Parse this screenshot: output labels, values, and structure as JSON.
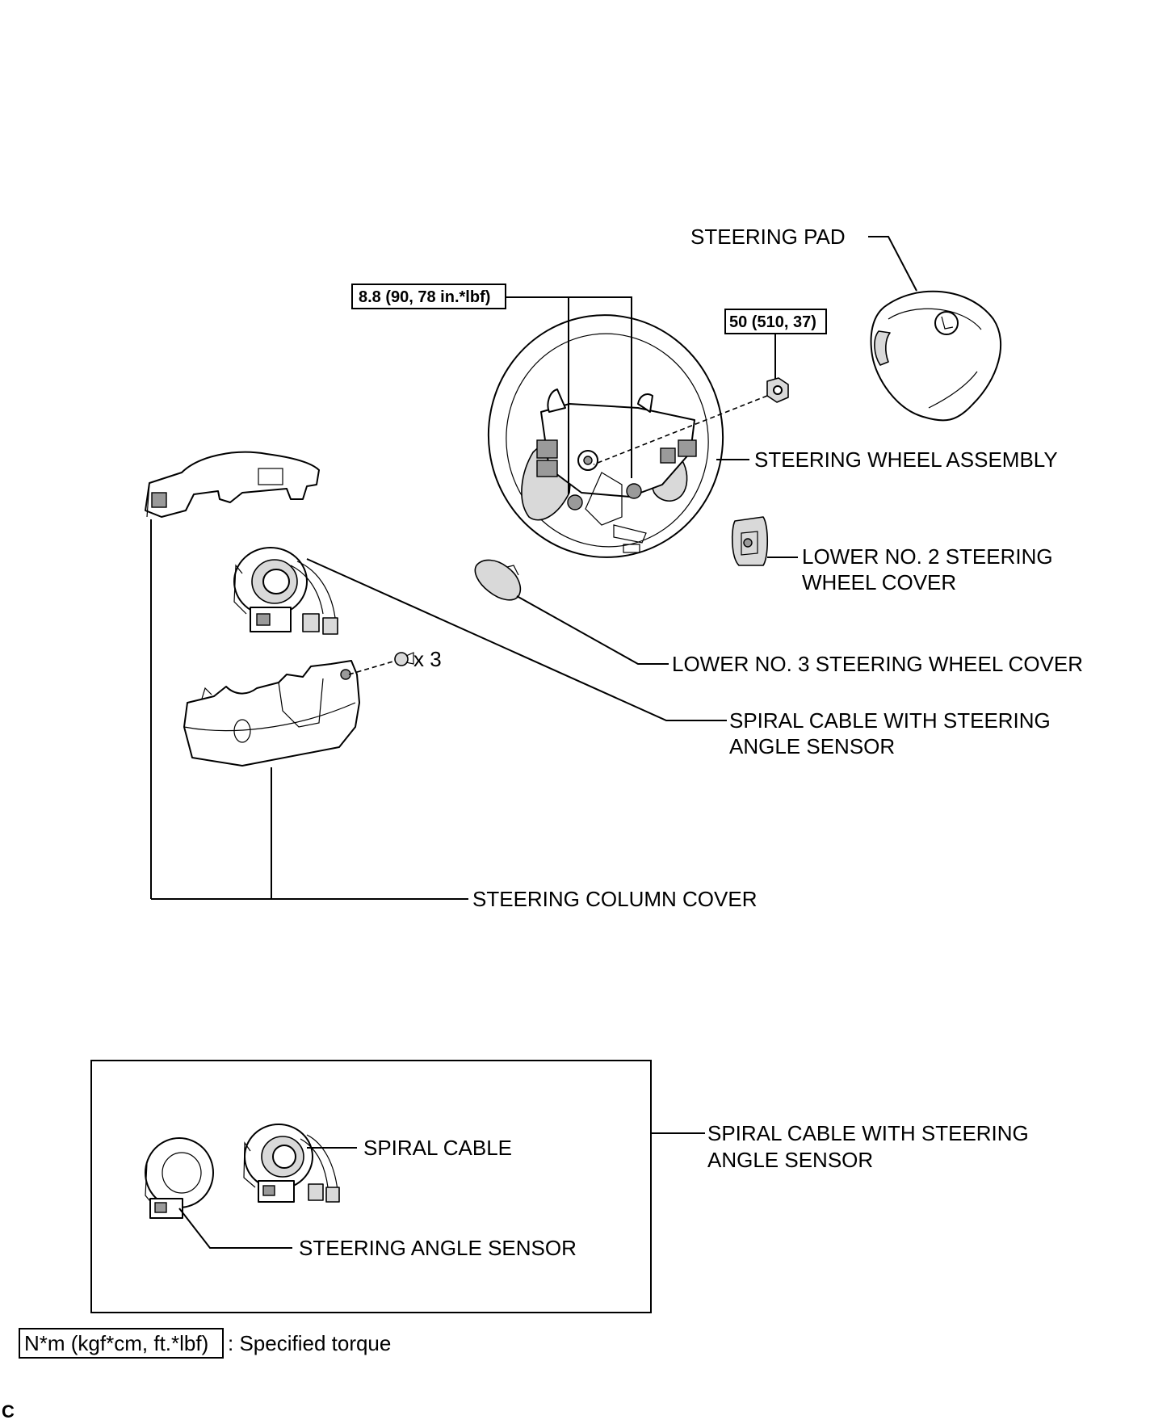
{
  "labels": {
    "steering_pad": "STEERING PAD",
    "steering_wheel_assembly": "STEERING WHEEL ASSEMBLY",
    "lower_no2_cover_line1": "LOWER NO. 2 STEERING",
    "lower_no2_cover_line2": "WHEEL COVER",
    "lower_no3_cover": "LOWER NO. 3 STEERING WHEEL COVER",
    "spiral_cable_sensor_line1": "SPIRAL CABLE WITH STEERING",
    "spiral_cable_sensor_line2": "ANGLE SENSOR",
    "steering_column_cover": "STEERING COLUMN COVER",
    "screw_qty": "x 3"
  },
  "torques": {
    "wheel_bolts": "8.8 (90, 78 in.*lbf)",
    "wheel_nut": "50 (510, 37)"
  },
  "inset": {
    "spiral_cable": "SPIRAL CABLE",
    "steering_angle_sensor": "STEERING ANGLE SENSOR",
    "assembly_line1": "SPIRAL CABLE WITH STEERING",
    "assembly_line2": "ANGLE SENSOR"
  },
  "legend": {
    "unit": "N*m (kgf*cm, ft.*lbf)",
    "text": ": Specified torque"
  },
  "figure_code": "C"
}
